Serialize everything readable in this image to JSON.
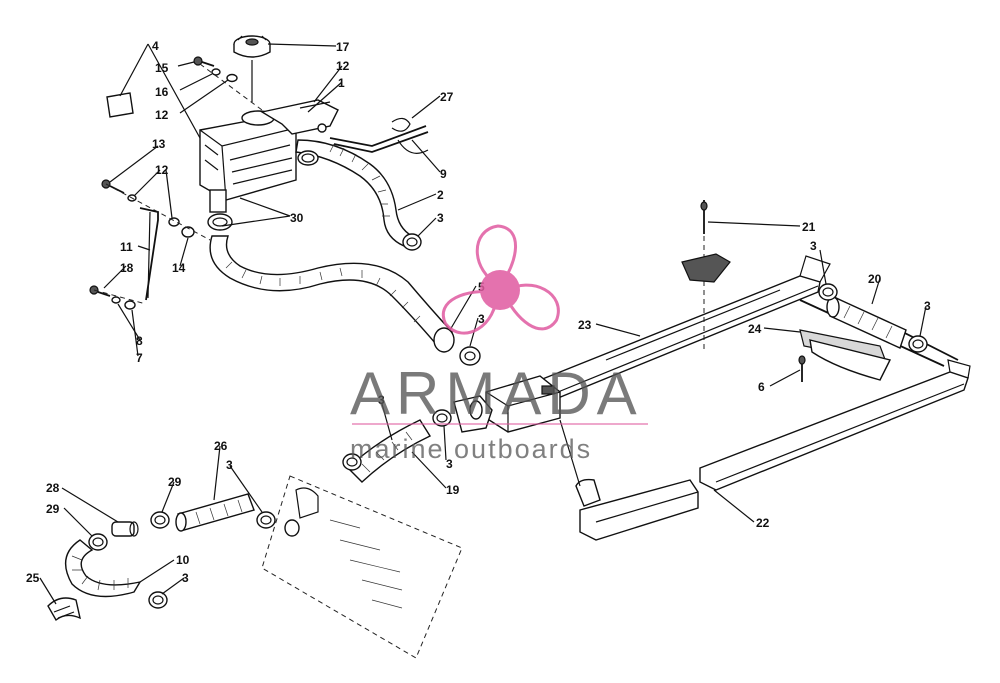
{
  "watermark": {
    "brand": "ARMADA",
    "tagline": "marine outboards",
    "logo_icon": "propeller-logo-icon",
    "logo_color": "#e05aa0"
  },
  "callouts": [
    {
      "id": "c-4",
      "text": "4"
    },
    {
      "id": "c-15",
      "text": "15"
    },
    {
      "id": "c-16",
      "text": "16"
    },
    {
      "id": "c-12a",
      "text": "12"
    },
    {
      "id": "c-17",
      "text": "17"
    },
    {
      "id": "c-12b",
      "text": "12"
    },
    {
      "id": "c-1",
      "text": "1"
    },
    {
      "id": "c-27",
      "text": "27"
    },
    {
      "id": "c-9",
      "text": "9"
    },
    {
      "id": "c-13",
      "text": "13"
    },
    {
      "id": "c-12c",
      "text": "12"
    },
    {
      "id": "c-2",
      "text": "2"
    },
    {
      "id": "c-30",
      "text": "30"
    },
    {
      "id": "c-3a",
      "text": "3"
    },
    {
      "id": "c-11",
      "text": "11"
    },
    {
      "id": "c-14",
      "text": "14"
    },
    {
      "id": "c-18",
      "text": "18"
    },
    {
      "id": "c-8",
      "text": "8"
    },
    {
      "id": "c-7",
      "text": "7"
    },
    {
      "id": "c-5",
      "text": "5"
    },
    {
      "id": "c-3b",
      "text": "3"
    },
    {
      "id": "c-21",
      "text": "21"
    },
    {
      "id": "c-3c",
      "text": "3"
    },
    {
      "id": "c-20",
      "text": "20"
    },
    {
      "id": "c-3d",
      "text": "3"
    },
    {
      "id": "c-23",
      "text": "23"
    },
    {
      "id": "c-24",
      "text": "24"
    },
    {
      "id": "c-6",
      "text": "6"
    },
    {
      "id": "c-3e",
      "text": "3"
    },
    {
      "id": "c-3f",
      "text": "3"
    },
    {
      "id": "c-19",
      "text": "19"
    },
    {
      "id": "c-26",
      "text": "26"
    },
    {
      "id": "c-3g",
      "text": "3"
    },
    {
      "id": "c-29a",
      "text": "29"
    },
    {
      "id": "c-28",
      "text": "28"
    },
    {
      "id": "c-29b",
      "text": "29"
    },
    {
      "id": "c-10",
      "text": "10"
    },
    {
      "id": "c-3h",
      "text": "3"
    },
    {
      "id": "c-25",
      "text": "25"
    },
    {
      "id": "c-22",
      "text": "22"
    }
  ]
}
